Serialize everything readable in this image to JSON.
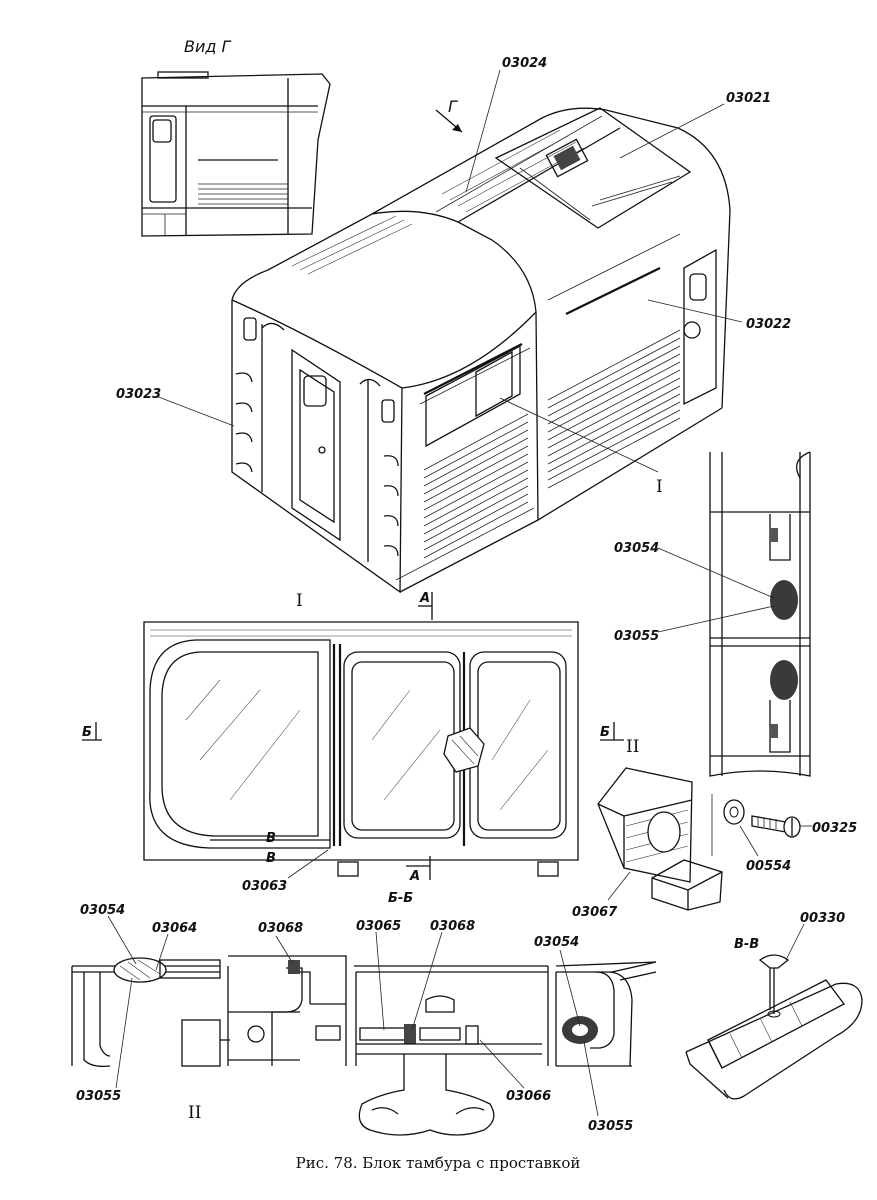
{
  "caption": "Рис. 78. Блок тамбура с проставкой",
  "view_title": "Вид Г",
  "direction_mark": "Г",
  "detail_marks": {
    "detail_1": "I",
    "detail_2": "II",
    "detail_2_bottom": "II"
  },
  "section_marks": {
    "a_top": "А",
    "a_bottom": "А",
    "b_left": "Б",
    "b_right": "Б",
    "section_bb": "Б-Б",
    "section_vv": "В-В",
    "v_mark_1": "В",
    "v_mark_2": "В"
  },
  "part_numbers": {
    "p03024": "03024",
    "p03021": "03021",
    "p03022": "03022",
    "p03023": "03023",
    "p03054_right": "03054",
    "p03055_right": "03055",
    "p00325": "00325",
    "p00554": "00554",
    "p03067": "03067",
    "p03063": "03063",
    "p03054_bl": "03054",
    "p03064": "03064",
    "p03068_a": "03068",
    "p03065": "03065",
    "p03068_b": "03068",
    "p03054_bm": "03054",
    "p00330": "00330",
    "p03055_bl": "03055",
    "p03066": "03066",
    "p03055_bm": "03055"
  },
  "detail_1_label": "I"
}
